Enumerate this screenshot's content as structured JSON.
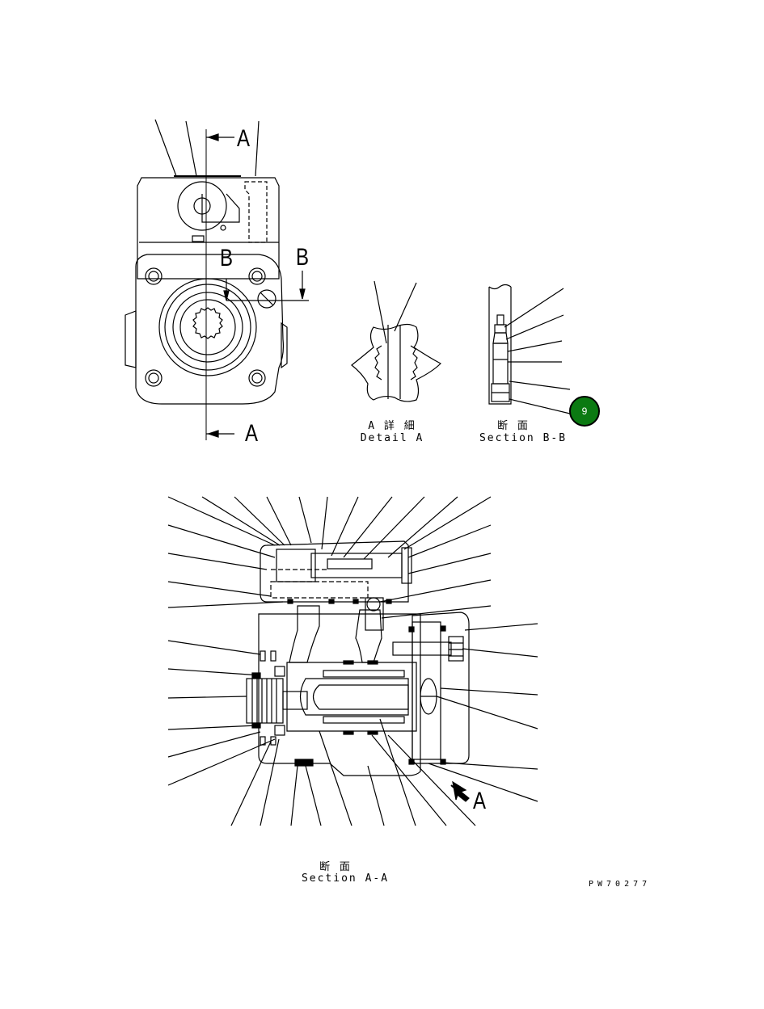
{
  "views": {
    "front": {
      "section_marker": "A",
      "section_marker_bottom": "A",
      "section_b_left": "B",
      "section_b_right": "B"
    },
    "detail_a": {
      "caption_jp": "A 詳 細",
      "caption_en": "Detail A"
    },
    "section_bb": {
      "caption_jp": "断 面",
      "caption_en": "Section B-B",
      "callout_number": "9"
    },
    "section_aa": {
      "caption_jp": "断 面",
      "caption_en": "Section A-A",
      "view_arrow_label": "A"
    }
  },
  "drawing_code": "PW70277",
  "colors": {
    "line": "#000000",
    "callout_badge": "#0b7a12",
    "background": "#ffffff"
  }
}
